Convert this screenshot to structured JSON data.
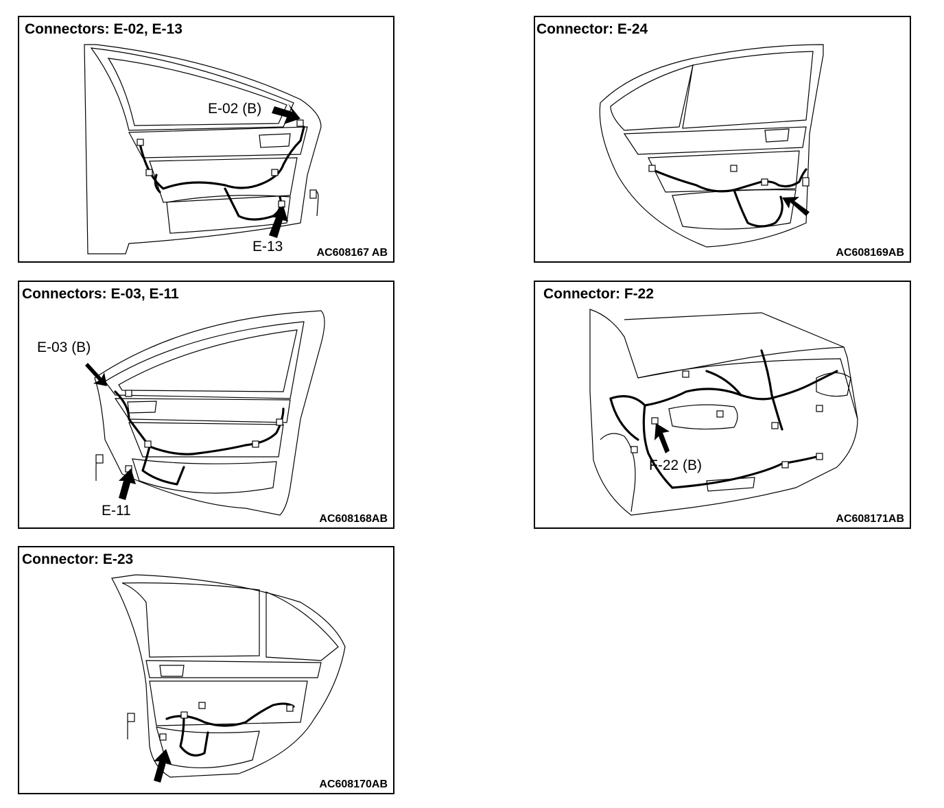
{
  "panels": [
    {
      "title": "Connectors: E-02, E-13",
      "ref": "AC608167 AB",
      "callouts": [
        "E-02 (B)",
        "E-13"
      ]
    },
    {
      "title": "Connector: E-24",
      "ref": "AC608169AB",
      "callouts": []
    },
    {
      "title": "Connectors: E-03, E-11",
      "ref": "AC608168AB",
      "callouts": [
        "E-03 (B)",
        "E-11"
      ]
    },
    {
      "title": "Connector: F-22",
      "ref": "AC608171AB",
      "callouts": [
        "F-22 (B)"
      ]
    },
    {
      "title": "Connector: E-23",
      "ref": "AC608170AB",
      "callouts": []
    }
  ]
}
